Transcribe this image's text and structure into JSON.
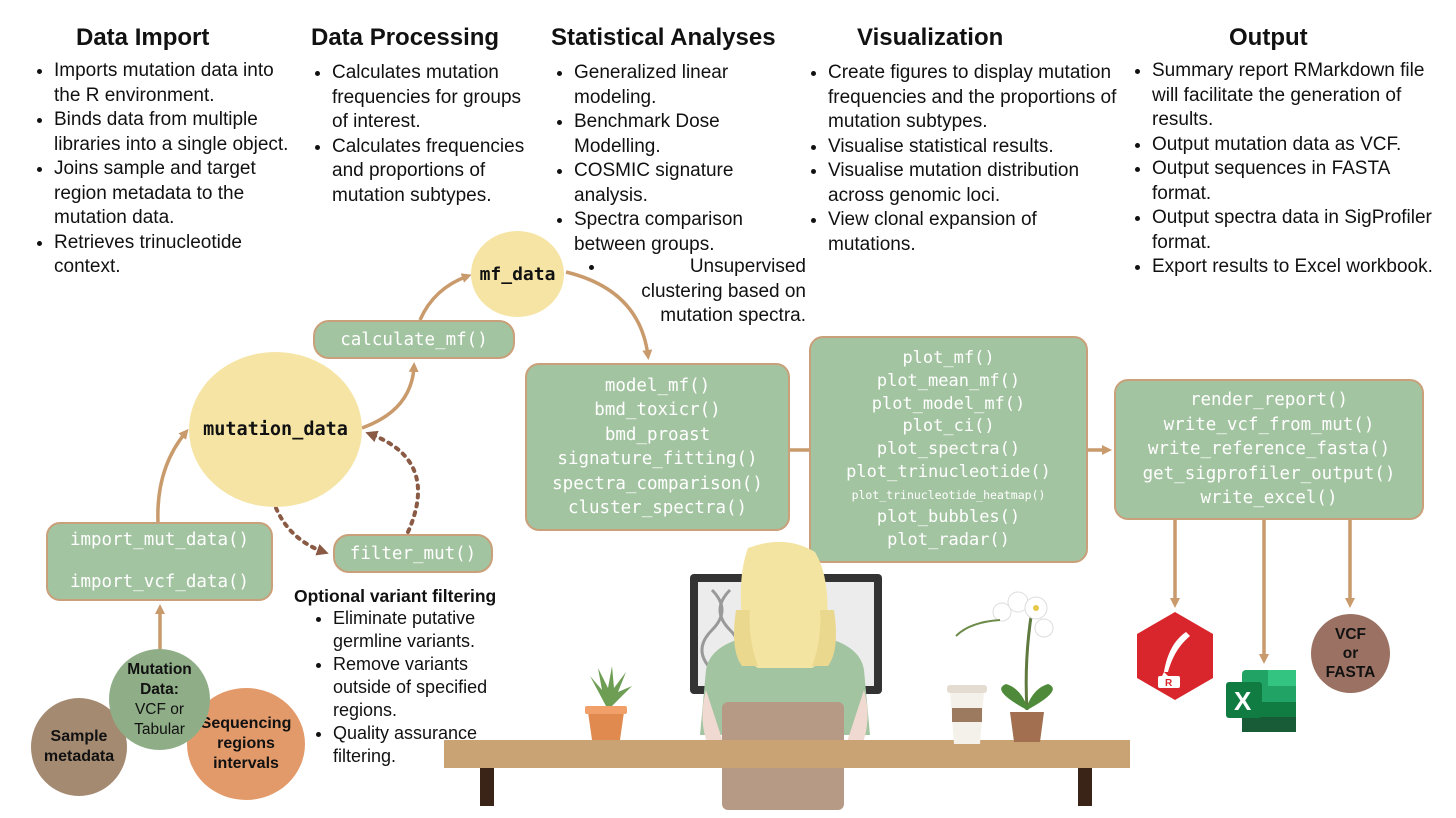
{
  "sections": {
    "import": {
      "title": "Data Import",
      "bullets": [
        "Imports mutation data into the R environment.",
        "Binds data from multiple libraries into a single object.",
        "Joins sample and target region metadata to the mutation data.",
        "Retrieves trinucleotide context."
      ]
    },
    "process": {
      "title": "Data Processing",
      "bullets": [
        "Calculates mutation frequencies for groups of interest.",
        "Calculates frequencies and proportions of mutation subtypes."
      ]
    },
    "stats": {
      "title": "Statistical Analyses",
      "bullets": [
        "Generalized linear modeling.",
        "Benchmark Dose Modelling.",
        "COSMIC signature analysis.",
        "Spectra comparison between groups."
      ],
      "extra_bullet": "Unsupervised clustering based on mutation spectra."
    },
    "viz": {
      "title": "Visualization",
      "bullets": [
        "Create figures to display mutation frequencies and the proportions of mutation subtypes.",
        "Visualise statistical results.",
        "Visualise mutation distribution across genomic loci.",
        "View clonal expansion of mutations."
      ]
    },
    "output": {
      "title": "Output",
      "bullets": [
        "Summary report RMarkdown file will facilitate the generation of results.",
        "Output mutation data as VCF.",
        "Output sequences in FASTA format.",
        "Output spectra data in SigProfiler format.",
        "Export results to Excel workbook."
      ]
    }
  },
  "nodes": {
    "mf_data": "mf_data",
    "mutation_data": "mutation_data",
    "calculate_mf": "calculate_mf()",
    "filter_mut": "filter_mut()",
    "import_mut_data": "import_mut_data()",
    "import_vcf_data": "import_vcf_data()"
  },
  "stats_functions": [
    "model_mf()",
    "bmd_toxicr()",
    "bmd_proast",
    "signature_fitting()",
    "spectra_comparison()",
    "cluster_spectra()"
  ],
  "viz_functions": [
    "plot_mf()",
    "plot_mean_mf()",
    "plot_model_mf()",
    "plot_ci()",
    "plot_spectra()",
    "plot_trinucleotide()",
    "plot_trinucleotide_heatmap()",
    "plot_bubbles()",
    "plot_radar()"
  ],
  "output_functions": [
    "render_report()",
    "write_vcf_from_mut()",
    "write_reference_fasta()",
    "get_sigprofiler_output()",
    "write_excel()"
  ],
  "filtering": {
    "title": "Optional variant filtering",
    "bullets": [
      "Eliminate putative germline variants.",
      "Remove variants outside of specified regions.",
      "Quality assurance filtering."
    ]
  },
  "inputs": {
    "mutation_title": "Mutation Data:",
    "mutation_sub_1": "VCF or",
    "mutation_sub_2": "Tabular",
    "sample_1": "Sample",
    "sample_2": "metadata",
    "seq_1": "Sequencing",
    "seq_2": "regions",
    "seq_3": "intervals"
  },
  "outputs": {
    "vcf_1": "VCF",
    "vcf_2": "or",
    "vcf_3": "FASTA",
    "excel_letter": "X",
    "rmd_letter": "R"
  },
  "colors": {
    "green_box": "#a3c4a1",
    "box_border": "#c9a07a",
    "yellow_node": "#f5e4a4",
    "arrow": "#c99a6b",
    "dotted_arrow": "#8a5a44",
    "sample_circle": "#a58a72",
    "mutation_circle": "#8fae87",
    "seq_circle": "#e39a6a",
    "vcf_circle": "#9a7162",
    "rmd_hex": "#d9262c",
    "excel_green": "#1d6f42",
    "desk": "#c9a373"
  }
}
